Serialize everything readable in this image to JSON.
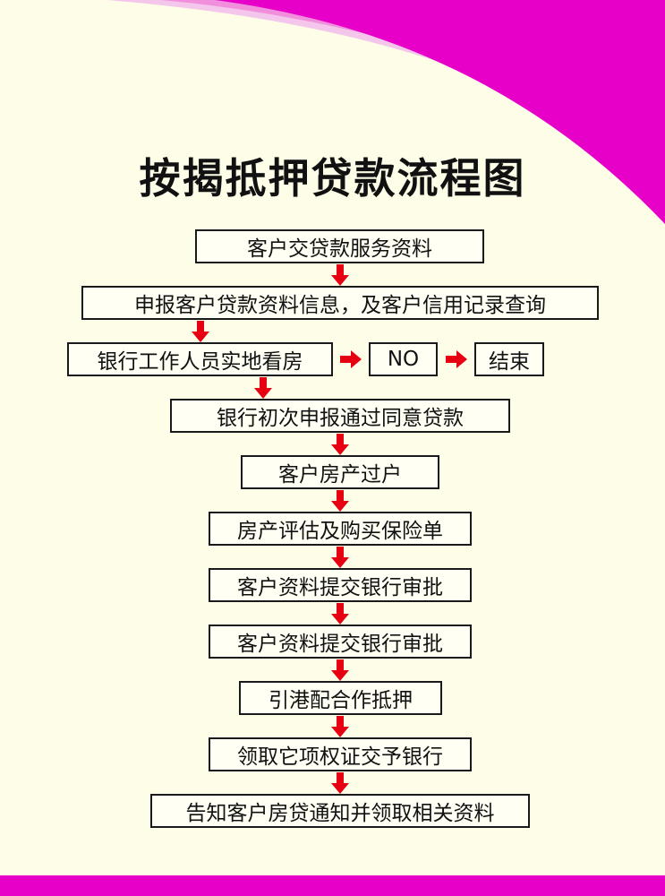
{
  "title": "按揭抵押贷款流程图",
  "colors": {
    "accent": "#e600c8",
    "arrow": "#e60012",
    "background": "#fefde8",
    "box_border": "#1a1a1a"
  },
  "steps": [
    "客户交贷款服务资料",
    "申报客户贷款资料信息，及客户信用记录查询",
    "银行工作人员实地看房",
    "银行初次申报通过同意贷款",
    "客户房产过户",
    "房产评估及购买保险单",
    "客户资料提交银行审批",
    "客户资料提交银行审批",
    "引港配合作抵押",
    "领取它项权证交予银行",
    "告知客户房贷通知并领取相关资料"
  ],
  "branch": {
    "condition": "NO",
    "end": "结束"
  }
}
